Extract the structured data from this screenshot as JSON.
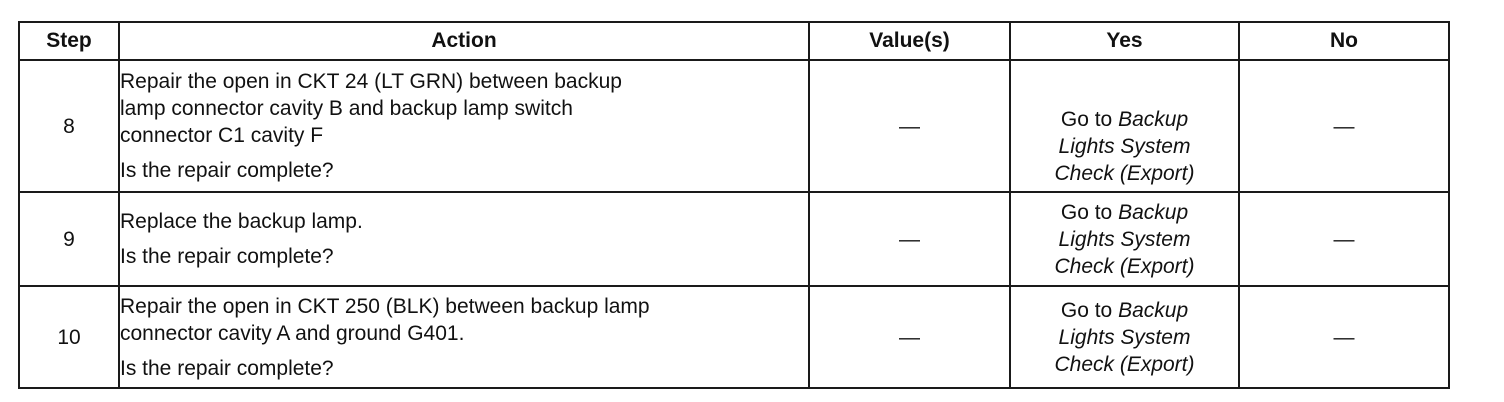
{
  "headers": {
    "step": "Step",
    "action": "Action",
    "values": "Value(s)",
    "yes": "Yes",
    "no": "No"
  },
  "rows": [
    {
      "step": "8",
      "action_lines": [
        "Repair the open in CKT 24 (LT GRN) between backup",
        "lamp connector cavity B and backup lamp switch",
        "connector C1 cavity F"
      ],
      "question": "Is the repair complete?",
      "value": "—",
      "yes_prefix": "Go to",
      "yes_link_1": "Backup",
      "yes_link_2": "Lights System",
      "yes_link_3": "Check (Export)",
      "no": "—"
    },
    {
      "step": "9",
      "action_lines": [
        "Replace the backup lamp."
      ],
      "question": "Is the repair complete?",
      "value": "—",
      "yes_prefix": "Go to",
      "yes_link_1": "Backup",
      "yes_link_2": "Lights System",
      "yes_link_3": "Check (Export)",
      "no": "—"
    },
    {
      "step": "10",
      "action_lines": [
        "Repair the open in CKT 250 (BLK) between backup lamp",
        "connector cavity A and ground G401."
      ],
      "question": "Is the repair complete?",
      "value": "—",
      "yes_prefix": "Go to",
      "yes_link_1": "Backup",
      "yes_link_2": "Lights System",
      "yes_link_3": "Check (Export)",
      "no": "—"
    }
  ]
}
